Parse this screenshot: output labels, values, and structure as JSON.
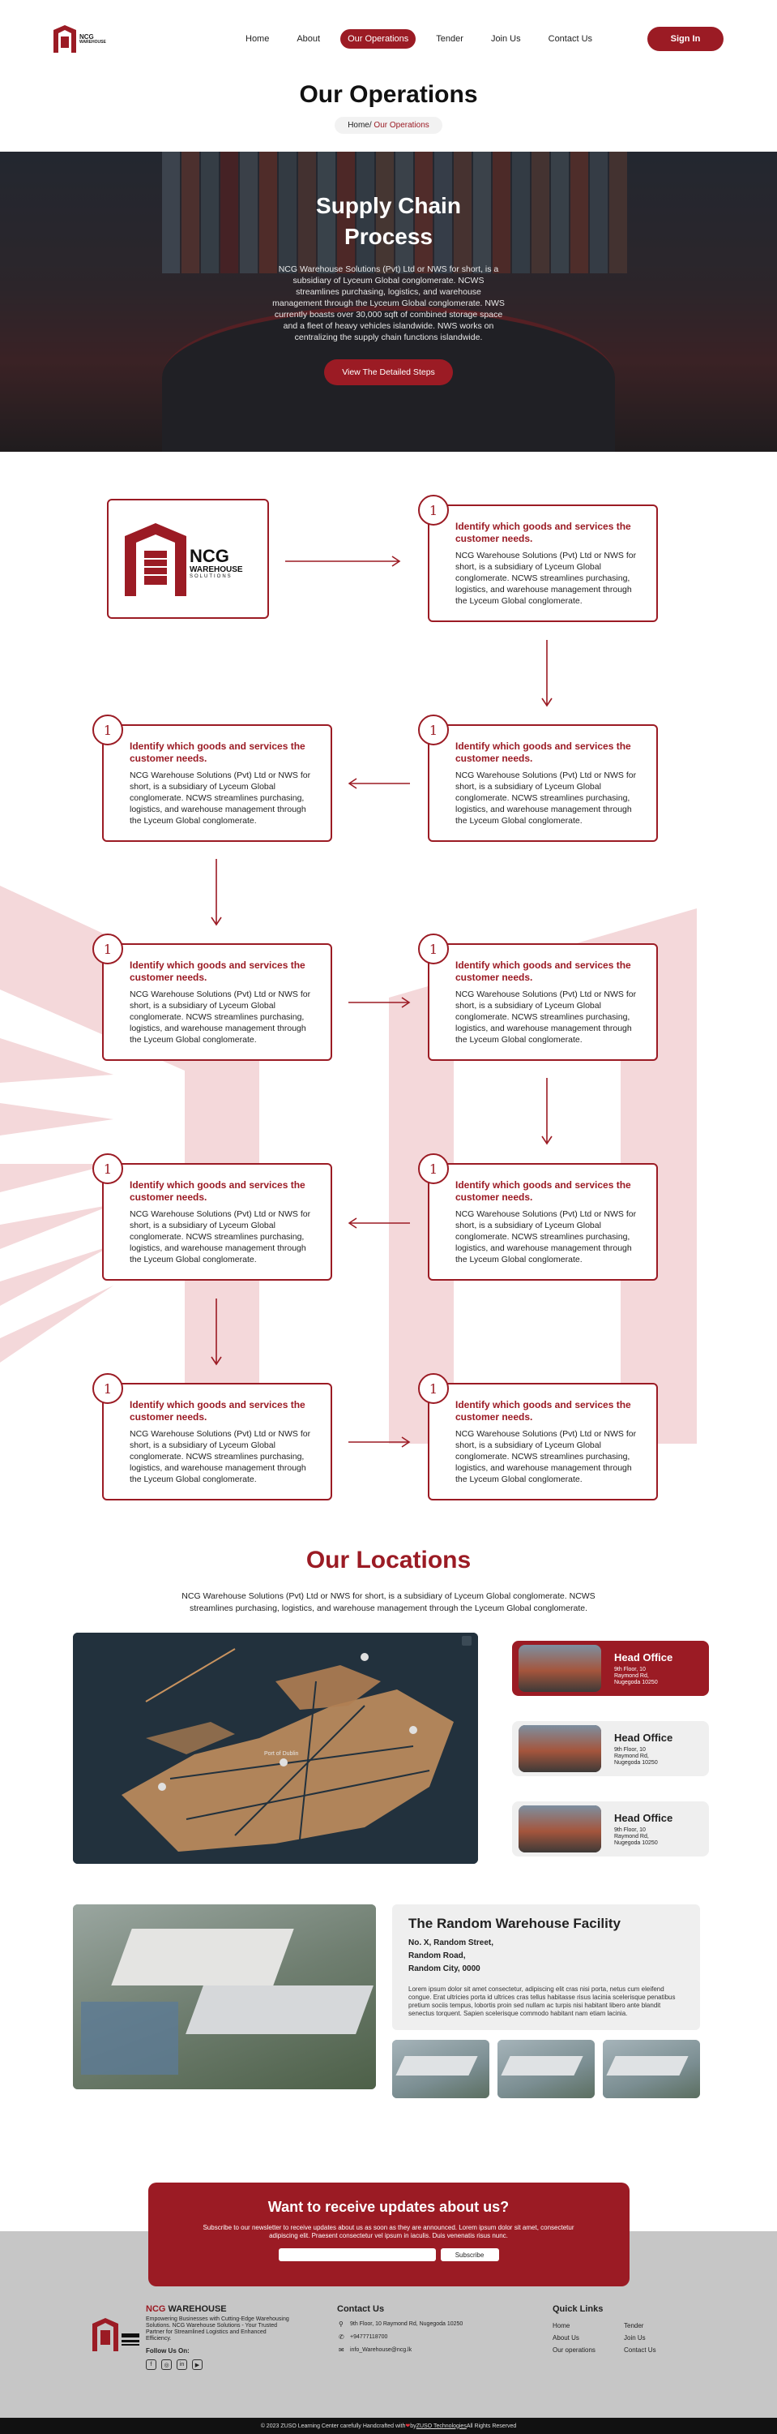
{
  "brand": {
    "name": "NCG",
    "tagline": "WAREHOUSE"
  },
  "nav": {
    "items": [
      {
        "label": "Home",
        "active": false
      },
      {
        "label": "About",
        "active": false
      },
      {
        "label": "Our Operations",
        "active": true
      },
      {
        "label": "Tender",
        "active": false
      },
      {
        "label": "Join Us",
        "active": false
      },
      {
        "label": "Contact Us",
        "active": false
      }
    ],
    "signin_label": "Sign In"
  },
  "page": {
    "title": "Our Operations",
    "breadcrumb_home": "Home",
    "breadcrumb_sep": "/",
    "breadcrumb_current": " Our Operations"
  },
  "hero": {
    "title": "Supply Chain Process",
    "text": "NCG Warehouse Solutions (Pvt) Ltd or NWS for short, is a subsidiary of Lyceum Global conglomerate. NCWS streamlines purchasing, logistics, and warehouse management through the Lyceum Global conglomerate. NWS currently boasts over 30,000 sqft of combined storage space and a fleet of heavy vehicles islandwide. NWS works on centralizing the supply chain functions islandwide.",
    "button_label": "View The Detailed Steps"
  },
  "logo_box": {
    "name": "NCG",
    "line1": "WAREHOUSE",
    "line2": "SOLUTIONS"
  },
  "steps": [
    {
      "number": "1",
      "title": "Identify which goods and services the customer needs.",
      "text": "NCG Warehouse Solutions (Pvt) Ltd or NWS for short, is a subsidiary of Lyceum Global conglomerate. NCWS streamlines purchasing, logistics, and warehouse management through the Lyceum Global conglomerate."
    },
    {
      "number": "1",
      "title": "Identify which goods and services the customer needs.",
      "text": "NCG Warehouse Solutions (Pvt) Ltd or NWS for short, is a subsidiary of Lyceum Global conglomerate. NCWS streamlines purchasing, logistics, and warehouse management through the Lyceum Global conglomerate."
    },
    {
      "number": "1",
      "title": "Identify which goods and services the customer needs.",
      "text": "NCG Warehouse Solutions (Pvt) Ltd or NWS for short, is a subsidiary of Lyceum Global conglomerate. NCWS streamlines purchasing, logistics, and warehouse management through the Lyceum Global conglomerate."
    },
    {
      "number": "1",
      "title": "Identify which goods and services the customer needs.",
      "text": "NCG Warehouse Solutions (Pvt) Ltd or NWS for short, is a subsidiary of Lyceum Global conglomerate. NCWS streamlines purchasing, logistics, and warehouse management through the Lyceum Global conglomerate."
    },
    {
      "number": "1",
      "title": "Identify which goods and services the customer needs.",
      "text": "NCG Warehouse Solutions (Pvt) Ltd or NWS for short, is a subsidiary of Lyceum Global conglomerate. NCWS streamlines purchasing, logistics, and warehouse management through the Lyceum Global conglomerate."
    },
    {
      "number": "1",
      "title": "Identify which goods and services the customer needs.",
      "text": "NCG Warehouse Solutions (Pvt) Ltd or NWS for short, is a subsidiary of Lyceum Global conglomerate. NCWS streamlines purchasing, logistics, and warehouse management through the Lyceum Global conglomerate."
    },
    {
      "number": "1",
      "title": "Identify which goods and services the customer needs.",
      "text": "NCG Warehouse Solutions (Pvt) Ltd or NWS for short, is a subsidiary of Lyceum Global conglomerate. NCWS streamlines purchasing, logistics, and warehouse management through the Lyceum Global conglomerate."
    },
    {
      "number": "1",
      "title": "Identify which goods and services the customer needs.",
      "text": "NCG Warehouse Solutions (Pvt) Ltd or NWS for short, is a subsidiary of Lyceum Global conglomerate. NCWS streamlines purchasing, logistics, and warehouse management through the Lyceum Global conglomerate."
    },
    {
      "number": "1",
      "title": "Identify which goods and services the customer needs.",
      "text": "NCG Warehouse Solutions (Pvt) Ltd or NWS for short, is a subsidiary of Lyceum Global conglomerate. NCWS streamlines purchasing, logistics, and warehouse management through the Lyceum Global conglomerate."
    }
  ],
  "locations": {
    "title": "Our Locations",
    "text": "NCG Warehouse Solutions (Pvt) Ltd or NWS for short, is a subsidiary of Lyceum Global conglomerate. NCWS streamlines purchasing, logistics, and warehouse management through the Lyceum Global conglomerate.",
    "map_label": "Port of Dublin",
    "offices": [
      {
        "name": "Head Office",
        "address": "9th Floor, 10 Raymond Rd, Nugegoda 10250",
        "active": true
      },
      {
        "name": "Head Office",
        "address": "9th Floor, 10 Raymond Rd, Nugegoda 10250",
        "active": false
      },
      {
        "name": "Head Office",
        "address": "9th Floor, 10 Raymond Rd, Nugegoda 10250",
        "active": false
      }
    ]
  },
  "facility": {
    "title": "The Random Warehouse Facility",
    "address_lines": [
      "No. X, Random Street,",
      "Random Road,",
      "Random City, 0000"
    ],
    "description": "Lorem ipsum dolor sit amet consectetur, adipiscing elit cras nisi porta, netus cum eleifend congue. Erat ultricies porta id ultrices cras tellus habitasse risus lacinia scelerisque penatibus pretium sociis tempus, lobortis proin sed nullam ac turpis nisi habitant libero ante blandit senectus torquent. Sapien scelerisque commodo habitant nam etiam lacinia."
  },
  "newsletter": {
    "title": "Want to receive updates about us?",
    "text": "Subscribe to our newsletter to receive updates about us as soon as they are announced. Lorem ipsum dolor sit amet, consectetur adipiscing elit. Praesent consectetur vel ipsum in iaculis. Duis venenatis risus nunc.",
    "input_placeholder": "",
    "button_label": "Subscribe"
  },
  "footer": {
    "brand_name_1": "NCG",
    "brand_name_2": " WAREHOUSE",
    "brand_desc": "Empowering Businesses with Cutting-Edge Warehousing Solutions. NCG Warehouse Solutions - Your Trusted Partner for Streamlined Logistics and Enhanced Efficiency.",
    "follow_label": "Follow Us On:",
    "contact_heading": "Contact Us",
    "contact_lines": [
      {
        "icon": "location-icon",
        "text": "9th Floor, 10 Raymond Rd, Nugegoda 10250"
      },
      {
        "icon": "phone-icon",
        "text": "+94777118700"
      },
      {
        "icon": "email-icon",
        "text": "info_Warehouse@ncg.lk"
      }
    ],
    "links_heading": "Quick Links",
    "links": [
      "Home",
      "Tender",
      "About Us",
      "Join Us",
      "Our operations",
      "Contact Us"
    ],
    "copyright_pre": "© 2023 ZUSO Learning Center carefully Handcrafted with ",
    "copyright_heart": "❤",
    "copyright_by": " by ",
    "copyright_company": "ZUSO Technologies",
    "copyright_post": " All Rights Reserved"
  },
  "colors": {
    "accent": "#9b1b24",
    "light_gray": "#efefef",
    "footer_gray": "#c6c6c6"
  }
}
